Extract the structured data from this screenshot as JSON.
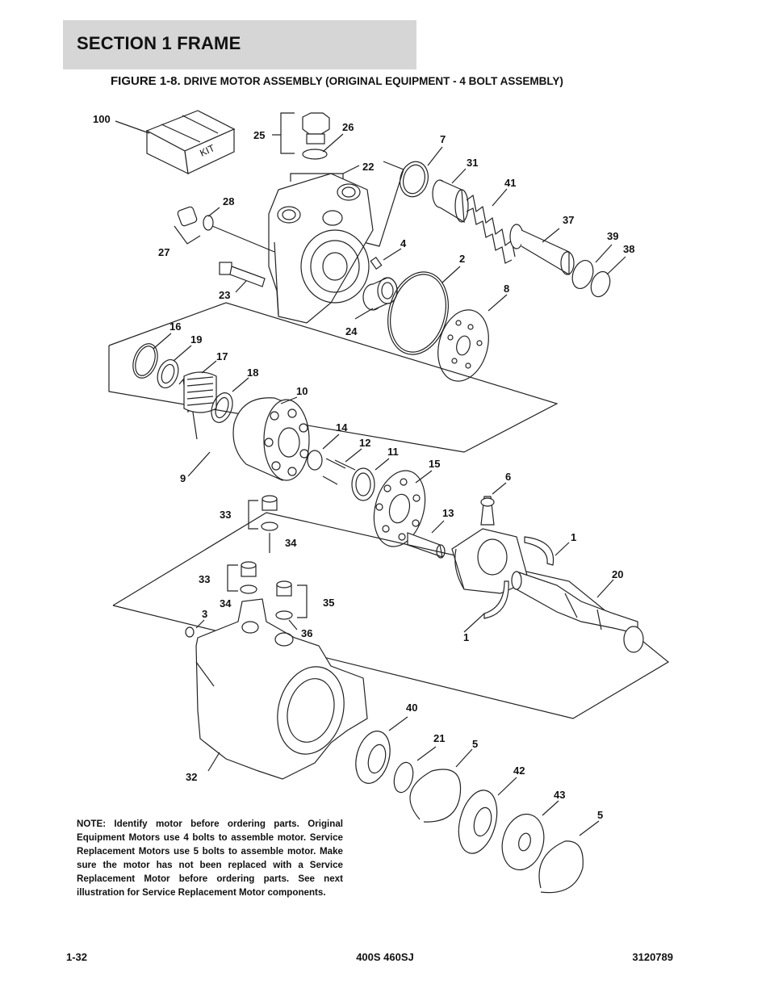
{
  "header": {
    "section_title": "SECTION 1  FRAME"
  },
  "figure": {
    "number": "FIGURE 1-8.",
    "title": "DRIVE MOTOR ASSEMBLY (ORIGINAL EQUIPMENT - 4 BOLT ASSEMBLY)"
  },
  "diagram": {
    "kit_text": "KIT",
    "callouts": [
      "100",
      "25",
      "26",
      "7",
      "22",
      "31",
      "41",
      "28",
      "37",
      "39",
      "38",
      "4",
      "27",
      "2",
      "23",
      "8",
      "24",
      "16",
      "19",
      "17",
      "18",
      "10",
      "14",
      "12",
      "11",
      "15",
      "9",
      "6",
      "33",
      "13",
      "34",
      "1",
      "20",
      "33",
      "34",
      "3",
      "35",
      "36",
      "1",
      "40",
      "21",
      "5",
      "32",
      "42",
      "43",
      "5"
    ]
  },
  "note": {
    "text": "NOTE: Identify motor before ordering parts.  Original Equipment Motors use 4 bolts to assemble motor. Service Replacement Motors use 5 bolts to assemble motor.  Make sure the motor has not been replaced with a Service Replacement Motor before ordering parts.  See next illustration for Service Replacement Motor components."
  },
  "footer": {
    "page": "1-32",
    "model": "400S 460SJ",
    "doc_number": "3120789"
  }
}
